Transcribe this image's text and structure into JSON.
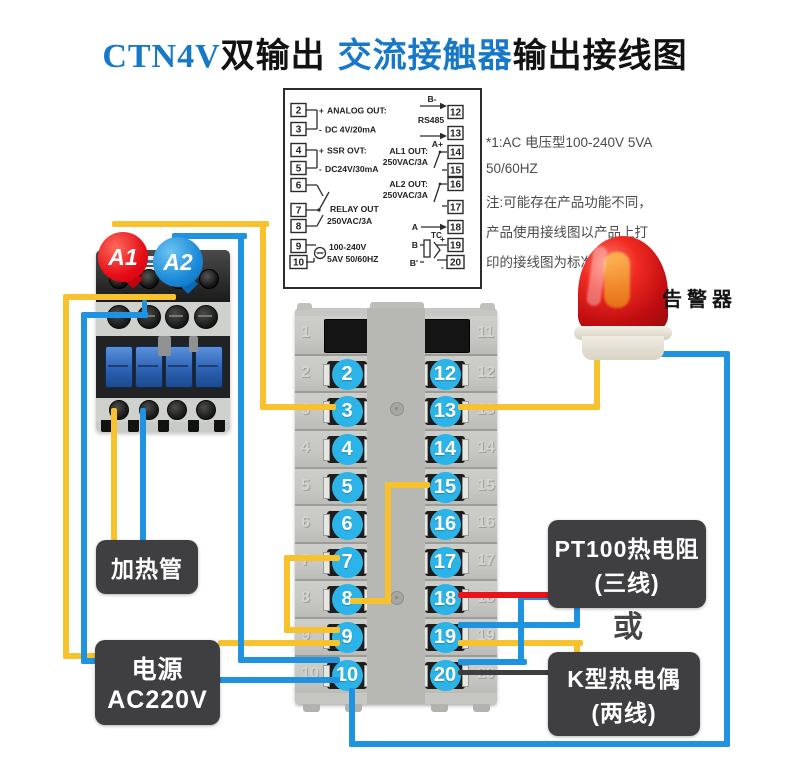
{
  "title": {
    "p1": "CTN4V",
    "p2": "双输出",
    "p3": "交流接触器",
    "p4": "输出接线图"
  },
  "pin_diagram": {
    "pins": {
      "p2": "2",
      "p3": "3",
      "p4": "4",
      "p5": "5",
      "p6": "6",
      "p7": "7",
      "p8": "8",
      "p9": "9",
      "p10": "10",
      "p12": "12",
      "p13": "13",
      "p14": "14",
      "p15": "15",
      "p16": "16",
      "p17": "17",
      "p18": "18",
      "p19": "19",
      "p20": "20"
    },
    "analog_plus": "+",
    "analog_minus": "-",
    "analog_l1": "ANALOG OUT:",
    "analog_l2": "DC 4V/20mA",
    "ssr_plus": "+",
    "ssr_minus": "-",
    "ssr_l1": "SSR OVT:",
    "ssr_l2": "DC24V/30mA",
    "relay_l1": "RELAY OUT",
    "relay_l2": "250VAC/3A",
    "pwr_l1": "100-240V",
    "pwr_l2": "5AV 50/60HZ",
    "rs_b": "B-",
    "rs": "RS485",
    "rs_a": "A+",
    "al1_l1": "AL1 OUT:",
    "al1_l2": "250VAC/3A",
    "al2_l1": "AL2 OUT:",
    "al2_l2": "250VAC/3A",
    "tc_a": "A",
    "tc_b": "B",
    "tc_bp": "B'",
    "tc": "TC",
    "tc_plus": "+",
    "tc_minus": "-"
  },
  "notes": {
    "l1": "*1:AC 电压型100-240V 5VA",
    "l2": "50/60HZ",
    "l3": "注:可能存在产品功能不同，",
    "l4": "产品使用接线图以产品上打",
    "l5": "印的接线图为标准"
  },
  "contactor": {
    "a1": "A1",
    "a2": "A2"
  },
  "alarm_label": "告警器",
  "terminal_block": {
    "left_emboss": [
      "1",
      "2",
      "3",
      "4",
      "5",
      "6",
      "7",
      "8",
      "9",
      "10"
    ],
    "left_nums": [
      null,
      "2",
      "3",
      "4",
      "5",
      "6",
      "7",
      "8",
      "9",
      "10"
    ],
    "right_emboss": [
      "11",
      "12",
      "13",
      "14",
      "15",
      "16",
      "17",
      "18",
      "19",
      "20"
    ],
    "right_nums": [
      null,
      "12",
      "13",
      "14",
      "15",
      "16",
      "17",
      "18",
      "19",
      "20"
    ]
  },
  "side_labels": {
    "heater": "加热管",
    "power1": "电源",
    "power2": "AC220V",
    "pt1": "PT100热电阻",
    "pt2": "(三线)",
    "or": "或",
    "k1": "K型热电偶",
    "k2": "(两线)"
  },
  "colors": {
    "accent_blue": "#1878c8",
    "wire_yellow": "#f7c22d",
    "wire_blue": "#2093e0",
    "wire_red": "#e8131b",
    "wire_black": "#3c3e42",
    "terminal_cyan": "#2cb4e8",
    "label_box": "#3f3f41"
  }
}
